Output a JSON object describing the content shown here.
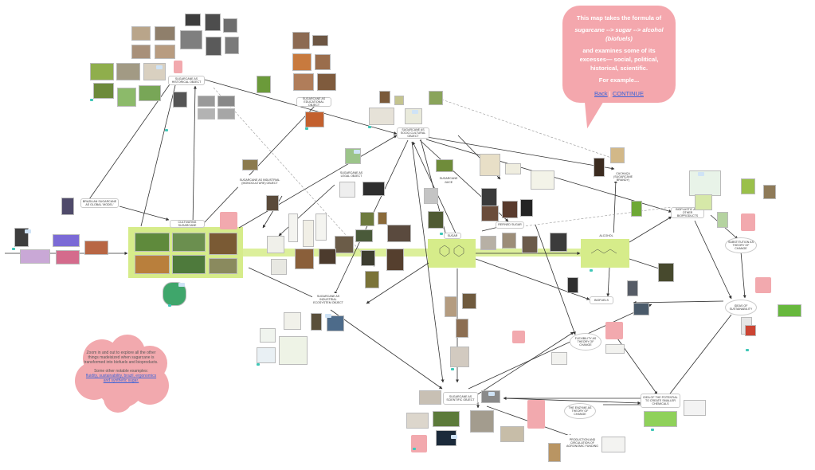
{
  "intro": {
    "line1": "This map takes the formula of",
    "formula": "sugarcane --> sugar --> alcohol (biofuels)",
    "line3": "and examines some of its excesses— social, political, historical, scientific.",
    "line4": "For example...",
    "back_label": "Back",
    "separator": " | ",
    "continue_label": "CONTINUE"
  },
  "zoom_note": {
    "text": "Zoom in and out to explore all the other things madeisized when sugarcane is transformed into biofuels and bioproducts.",
    "examples_label": "Some other notable examples:",
    "examples_links": "fluidity, sustainability, brazil, ergonomics and synthetic sugar."
  },
  "nodes": {
    "historical": "SUGARCANE AS HISTORICAL OBJECT",
    "educational": "SUGARCANE AS EDUCATIONAL OBJECT",
    "sociocultural": "SUGARCANE AS SOCIO-CULTURAL OBJECT",
    "global_model": "BRAZILIAN SUGARCANE AS GLOBAL 'MODEL'",
    "industrial_monoculture": "SUGARCANE AS INDUSTRIAL (MONOCULTURE) OBJECT",
    "legal": "SUGARCANE AS LEGAL OBJECT",
    "juice": "SUGARCANE JUICE",
    "cachaca": "CACHAÇA (SUGARCANE BRANDY)",
    "cultivating": "CULTIVATING SUGARCANE",
    "sugar": "SUGAR",
    "refined": "REFINED SUGAR",
    "alcohol": "ALCOHOL",
    "bioplastic": "BIOPLASTIC AND OTHER BIOPRODUCTS",
    "substitution": "SUBSTITUTION AS THEORY OF CHANGE",
    "biofuels": "BIOFUELS",
    "sustainability": "IDEAS OF SUSTAINABILITY",
    "ind_ecosystem": "SUGARCANE AS INDUSTRIAL ECOSYSTEM OBJECT",
    "flexibility": "FLEXIBILITY AS THEORY OF CHANGE",
    "scientific": "SUGARCANE AS SCIENTIFIC OBJECT",
    "cheap_chemicals": "IDEA OF THE POTENTIAL TO CREATE SMALLER CHEMICALS",
    "enzyme": "THE ENZYME AS THEORY OF CHANGE",
    "production": "PRODUCTION AND CIRCULATION OF AGRONOMIC FUNDING"
  },
  "colors": {
    "highlight": "#d6ec8a",
    "note": "#f2a9ae",
    "bubble": "#f4a7ad",
    "link": "#3a63d8",
    "edge": "#333333",
    "dashed_edge": "#999999"
  }
}
